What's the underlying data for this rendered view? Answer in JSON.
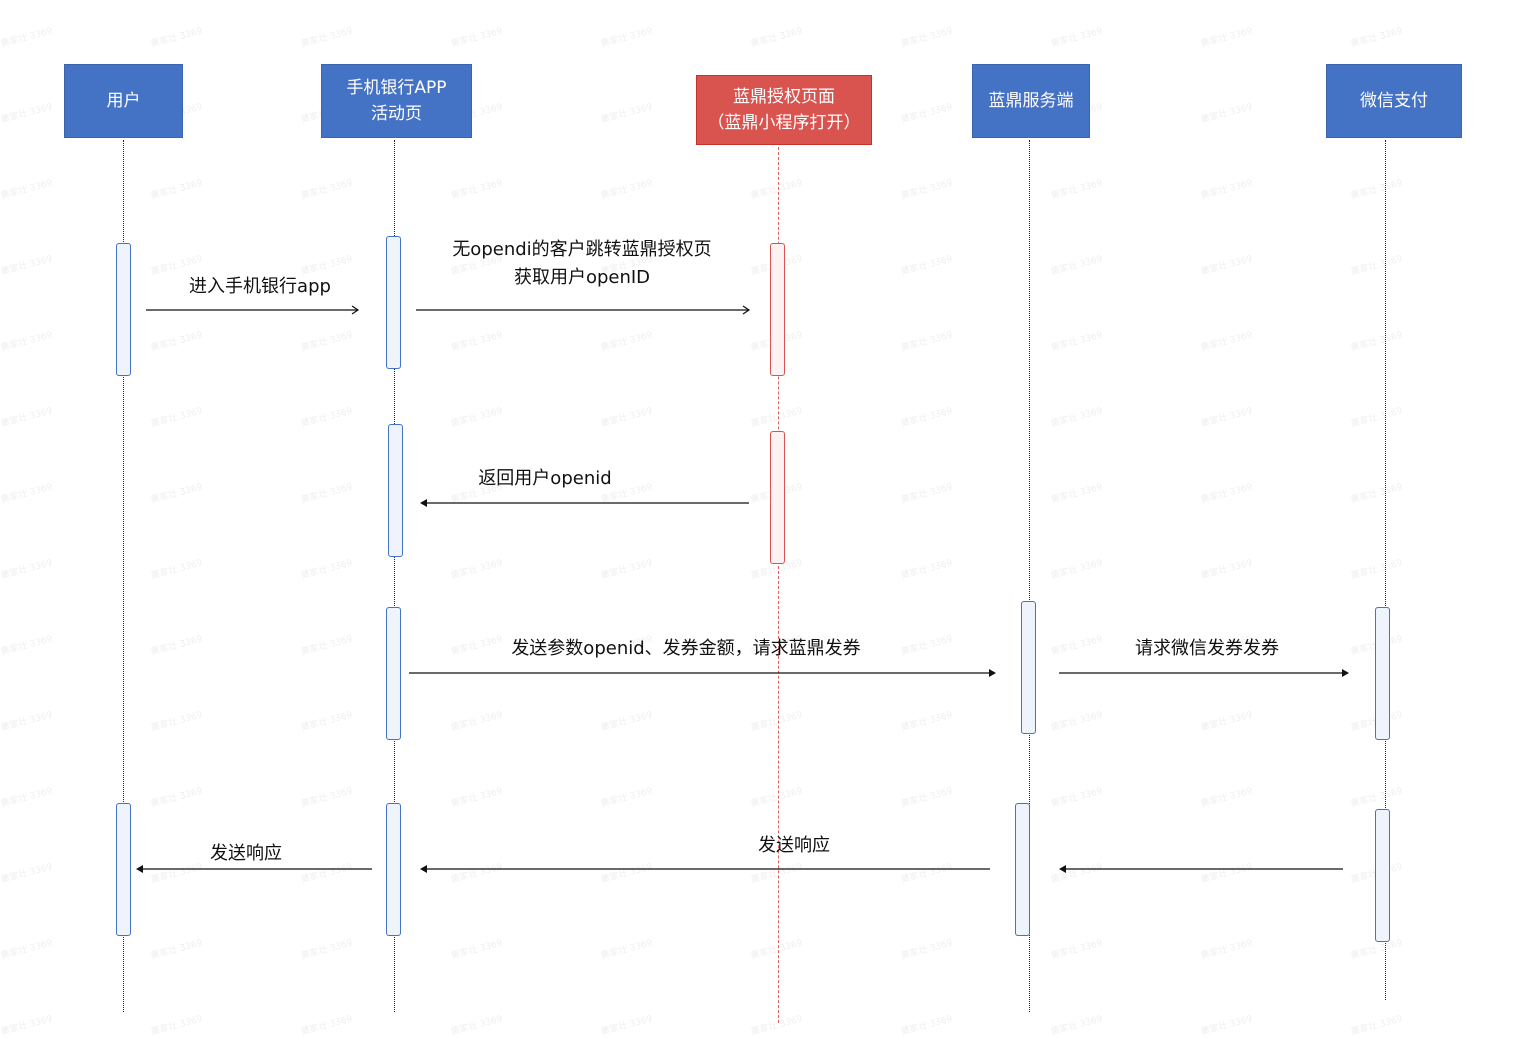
{
  "actors": {
    "user": "用户",
    "bank_app": "手机银行APP\n活动页",
    "auth_page": "蓝鼎授权页面\n（蓝鼎小程序打开）",
    "server": "蓝鼎服务端",
    "wechat_pay": "微信支付"
  },
  "messages": {
    "enter_app": "进入手机银行app",
    "redirect_auth": "无opendi的客户跳转蓝鼎授权页\n获取用户openID",
    "return_openid": "返回用户openid",
    "send_params": "发送参数openid、发券金额，请求蓝鼎发券",
    "request_wechat": "请求微信发券发券",
    "response_user": "发送响应",
    "response_chain": "发送响应"
  },
  "watermark": "黄家壮 3369",
  "colors": {
    "actor_blue": "#4472c4",
    "actor_red": "#d9534f"
  }
}
